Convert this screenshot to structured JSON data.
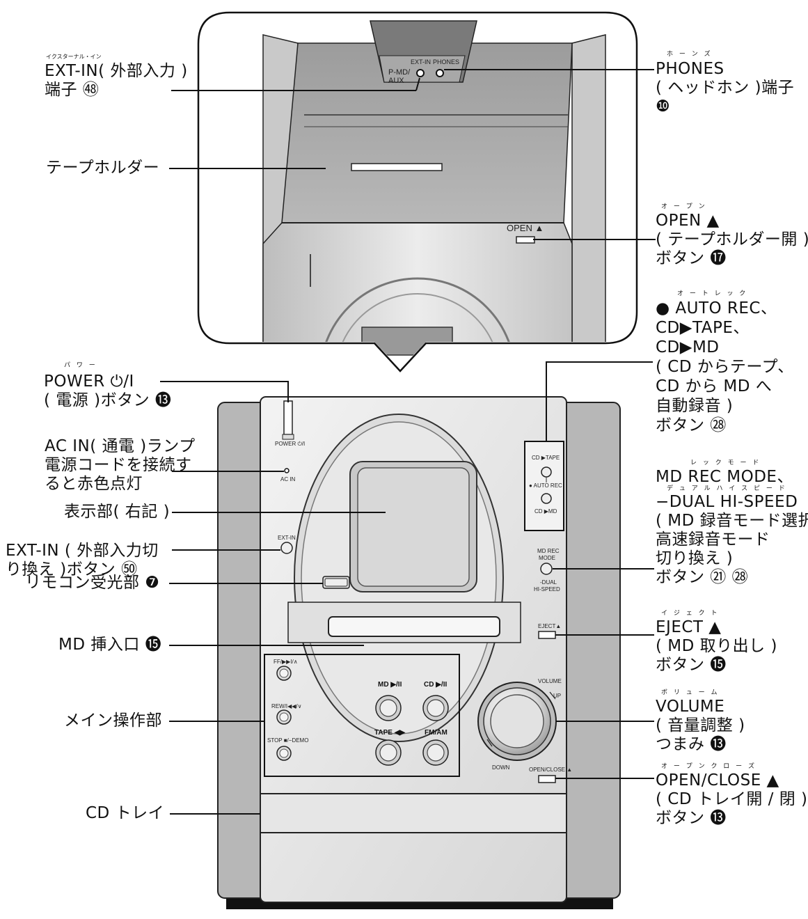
{
  "left_labels": {
    "ext_in_jack": {
      "furigana": "イクスターナル・イン",
      "line1": "EXT-IN( 外部入力 )",
      "line2": "端子 ㊽"
    },
    "tape_holder": "テープホルダー",
    "power": {
      "furigana": "パ ワ ー",
      "line1": "POWER ⏻/I",
      "line2": "( 電源 )ボタン ⓭"
    },
    "ac_in": {
      "line1": "AC IN( 通電 )ランプ",
      "line2": "電源コードを接続す",
      "line3": "ると赤色点灯"
    },
    "display": "表示部( 右記 )",
    "ext_in_button": {
      "line1": "EXT-IN ( 外部入力切",
      "line2": "り換え )ボタン ㊿"
    },
    "remote_sensor": "リモコン受光部 ❼",
    "md_slot": "MD 挿入口 ⓯",
    "main_controls": "メイン操作部",
    "cd_tray": "CD トレイ"
  },
  "right_labels": {
    "phones": {
      "furigana": "ホ ー ン ズ",
      "line1": "PHONES",
      "line2": "( ヘッドホン )端子",
      "line3": "❿"
    },
    "open_tape": {
      "furigana": "オ ー プ ン",
      "line1": "OPEN ▲",
      "line2": "( テープホルダー開 )",
      "line3": "ボタン ⓱"
    },
    "auto_rec": {
      "furigana": "オ ー ト レ ッ ク",
      "line1": "● AUTO REC、",
      "line2": "CD▶TAPE、",
      "line3": "CD▶MD",
      "line4": "( CD からテープ、",
      "line5": "CD から MD へ",
      "line6": "自動録音 )",
      "line7": "ボタン ㉘"
    },
    "md_rec_mode": {
      "furigana1": "レ ッ ク  モ ー ド",
      "line1": "MD REC MODE、",
      "furigana2": "デ ュ ア ル  ハ イ  ス ピ ー ド",
      "line2": "−DUAL HI-SPEED",
      "line3": "( MD 録音モード選択、",
      "line4": "高速録音モード",
      "line5": "切り換え )",
      "line6": "ボタン ㉑ ㉘"
    },
    "eject": {
      "furigana": "イ ジ ェ ク ト",
      "line1": "EJECT ▲",
      "line2": "( MD 取り出し )",
      "line3": "ボタン ⓯"
    },
    "volume": {
      "furigana": "ボ リ ュ ー ム",
      "line1": "VOLUME",
      "line2": "( 音量調整 )",
      "line3": "つまみ ⓭"
    },
    "open_close": {
      "furigana": "オ ー プ ン   ク ロ ー ズ",
      "line1": "OPEN/CLOSE ▲",
      "line2": "( CD トレイ開 / 閉 )",
      "line3": "ボタン ⓭"
    }
  },
  "device_text": {
    "p_md_aux": "P-MD/",
    "aux": "AUX",
    "ext_in": "EXT-IN",
    "phones": "PHONES",
    "open": "OPEN ▲",
    "power": "POWER ⏻/I",
    "ac_in": "AC IN",
    "ext_in_btn": "EXT-IN",
    "cd_tape": "CD ▶TAPE",
    "auto_rec": "● AUTO REC",
    "cd_md": "CD ▶MD",
    "md_rec": "MD REC",
    "mode": "MODE",
    "dual": "-DUAL",
    "hispeed": "HI-SPEED",
    "eject": "EJECT▲",
    "volume": "VOLUME",
    "up": "UP",
    "down": "DOWN",
    "open_close": "OPEN/CLOSE ▲",
    "ff": "FF/▶▶I/∧",
    "rew": "REW/I◀◀/∨",
    "stop": "STOP ■/−DEMO",
    "md_play": "MD ▶/II",
    "cd_play": "CD ▶/II",
    "tape": "TAPE ◀▶",
    "fmam": "FM/AM"
  }
}
